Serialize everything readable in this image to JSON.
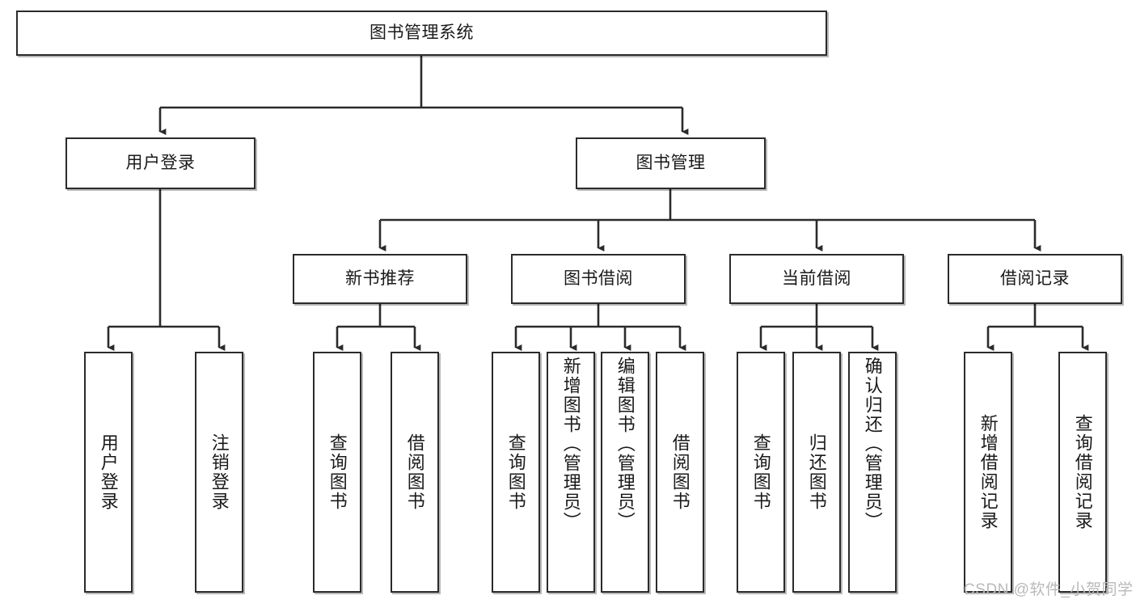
{
  "diagram": {
    "title": "图书管理系统",
    "style": {
      "box_border_color": "#2b2b2b",
      "box_fill_color": "#ffffff",
      "connector_color": "#2b2b2b",
      "text_color": "#1a1a1a",
      "watermark_color": "#b9b9b9"
    },
    "root": {
      "label": "图书管理系统"
    },
    "level2": [
      {
        "label": "用户登录"
      },
      {
        "label": "图书管理"
      }
    ],
    "level3": [
      {
        "label": "新书推荐"
      },
      {
        "label": "图书借阅"
      },
      {
        "label": "当前借阅"
      },
      {
        "label": "借阅记录"
      }
    ],
    "leaves": {
      "user_login": [
        {
          "label": "用户登录"
        },
        {
          "label": "注销登录"
        }
      ],
      "new_book_recommend": [
        {
          "label": "查询图书"
        },
        {
          "label": "借阅图书"
        }
      ],
      "book_borrow": [
        {
          "label": "查询图书"
        },
        {
          "label": "新增图书（管理员）"
        },
        {
          "label": "编辑图书（管理员）"
        },
        {
          "label": "借阅图书"
        }
      ],
      "current_borrow": [
        {
          "label": "查询图书"
        },
        {
          "label": "归还图书"
        },
        {
          "label": "确认归还（管理员）"
        }
      ],
      "borrow_record": [
        {
          "label": "新增借阅记录"
        },
        {
          "label": "查询借阅记录"
        }
      ]
    },
    "watermark": "CSDN @软件_小贺同学"
  }
}
